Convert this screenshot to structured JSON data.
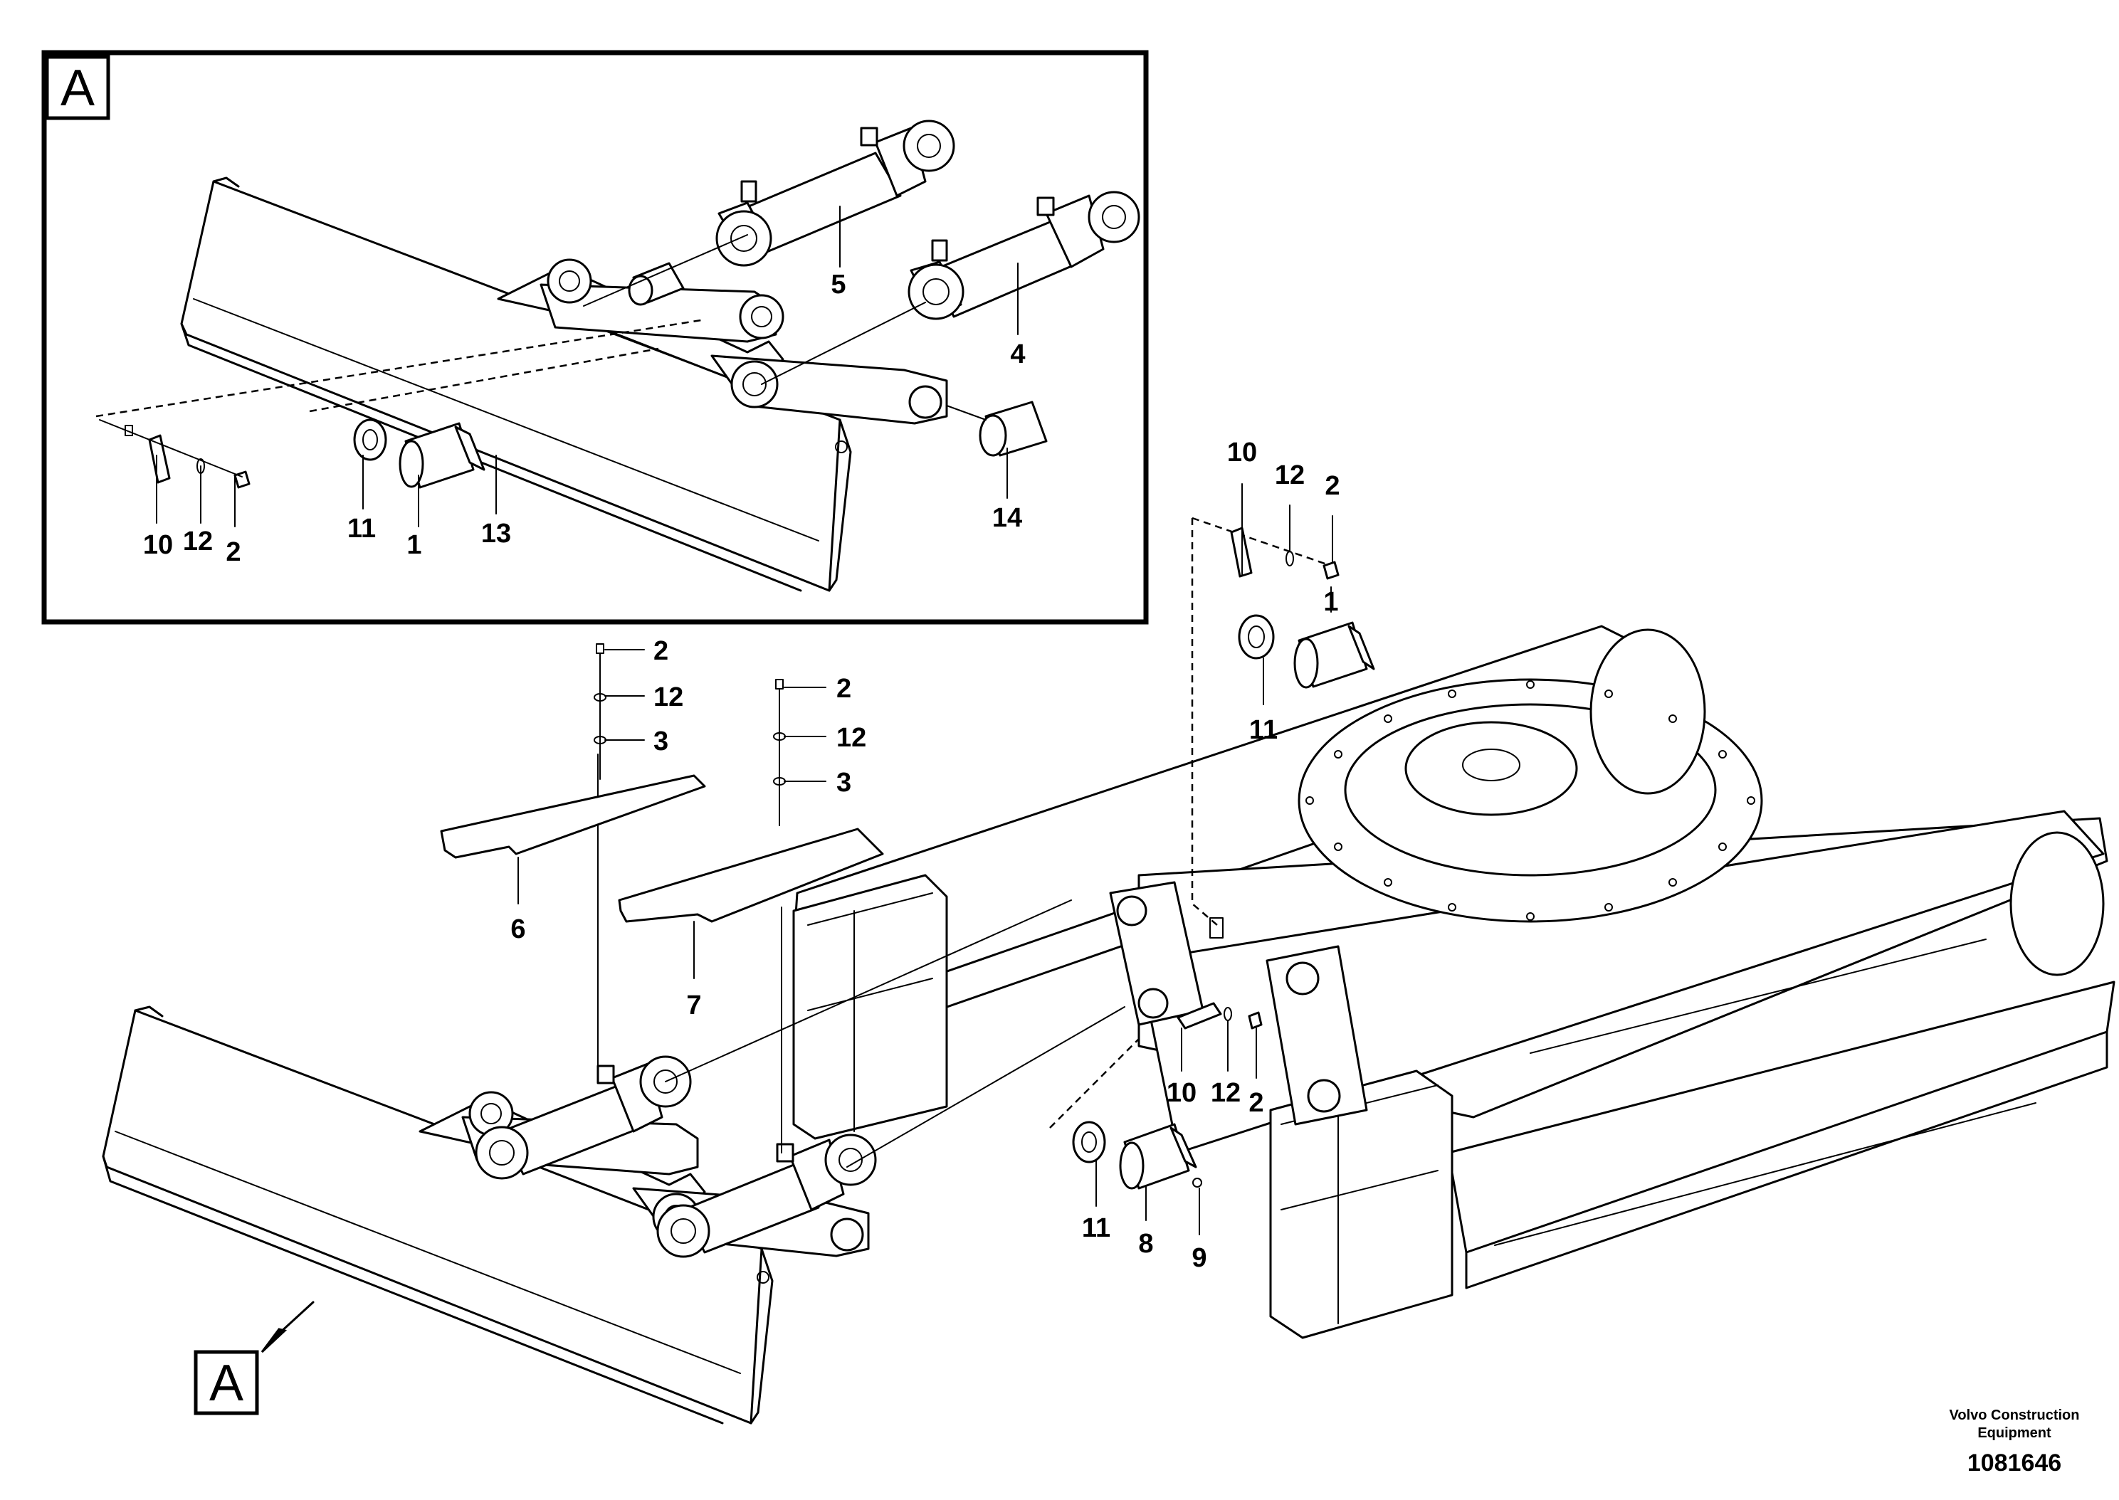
{
  "detail": {
    "view_letter": "A",
    "callouts": [
      "5",
      "4",
      "10",
      "12",
      "2",
      "11",
      "1",
      "13",
      "14"
    ]
  },
  "main": {
    "view_letter": "A",
    "callouts_top": [
      "10",
      "12",
      "2",
      "1",
      "11"
    ],
    "callouts_left_stack": [
      "2",
      "12",
      "3"
    ],
    "callouts_right_stack": [
      "2",
      "12",
      "3"
    ],
    "plates": [
      "6",
      "7"
    ],
    "callouts_pin": [
      "10",
      "12",
      "2",
      "11",
      "8",
      "9"
    ]
  },
  "footer": {
    "brand_line1": "Volvo Construction",
    "brand_line2": "Equipment",
    "drawing_number": "1081646"
  }
}
